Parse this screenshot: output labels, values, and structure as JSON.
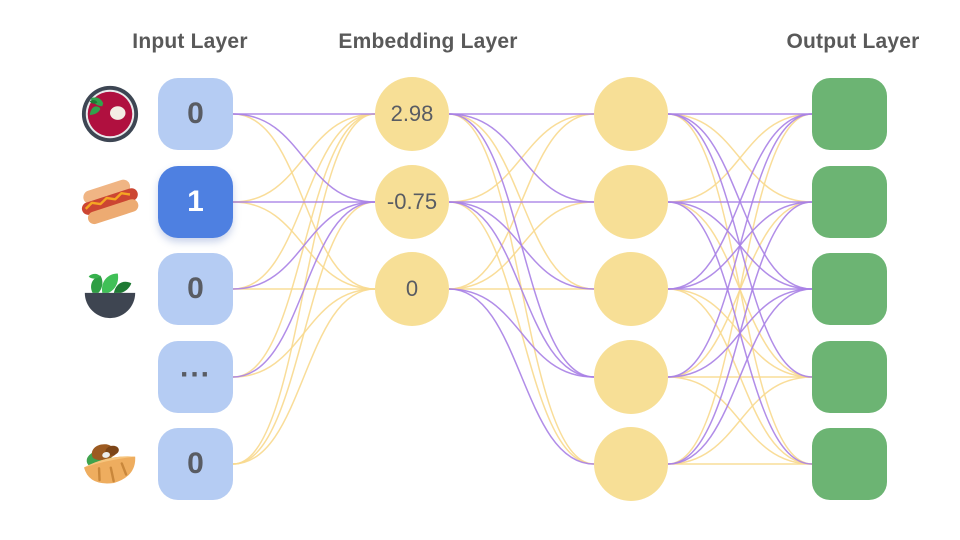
{
  "diagram": {
    "layers": {
      "input": {
        "title": "Input Layer",
        "nodes": [
          {
            "label": "0",
            "icon": "borscht-soup-icon",
            "active": false
          },
          {
            "label": "1",
            "icon": "hot-dog-icon",
            "active": true
          },
          {
            "label": "0",
            "icon": "salad-icon",
            "active": false
          },
          {
            "label": "...",
            "icon": null,
            "active": false
          },
          {
            "label": "0",
            "icon": "pita-icon",
            "active": false
          }
        ]
      },
      "embedding": {
        "title": "Embedding Layer",
        "nodes": [
          {
            "label": "2.98"
          },
          {
            "label": "-0.75"
          },
          {
            "label": "0"
          }
        ]
      },
      "hidden": {
        "node_count": 5
      },
      "output": {
        "title": "Output Layer",
        "node_count": 5
      }
    },
    "palette": {
      "input_node": "#b5ccf3",
      "input_node_active": "#4e80e1",
      "input_text": "#595c63",
      "input_active_text": "#ffffff",
      "embedding_node": "#f7df96",
      "hidden_node": "#f7df96",
      "output_node": "#6cb473",
      "edge_purple": "#a881e6",
      "edge_yellow": "#f8d98e",
      "title_text": "#595959"
    },
    "edges": {
      "input_to_embedding": [
        "P",
        "P",
        "Y",
        "Y",
        "P",
        "Y",
        "Y",
        "P",
        "Y",
        "Y",
        "P",
        "Y",
        "Y",
        "Y",
        "Y"
      ],
      "embedding_to_hidden": [
        "P",
        "P",
        "Y",
        "P",
        "Y",
        "Y",
        "P",
        "P",
        "P",
        "Y",
        "Y",
        "Y",
        "Y",
        "P",
        "P"
      ],
      "hidden_to_output": [
        "P",
        "Y",
        "P",
        "P",
        "Y",
        "Y",
        "P",
        "P",
        "Y",
        "P",
        "P",
        "P",
        "P",
        "Y",
        "Y",
        "P",
        "Y",
        "P",
        "Y",
        "Y",
        "Y",
        "P",
        "P",
        "Y",
        "Y"
      ]
    }
  }
}
